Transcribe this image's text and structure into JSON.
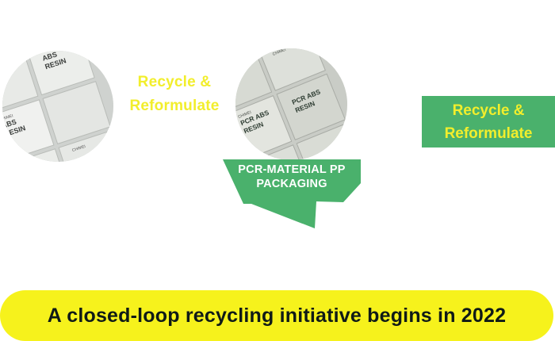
{
  "step_one": {
    "photo_label": "CHIMEI ABS RESIN bags photo",
    "bag_text_brand": "CHIMEI",
    "bag_text_product": "ABS RESIN",
    "arrow_text": "Recycle & Reformulate"
  },
  "step_two": {
    "photo_label": "PCR ABS RESIN bags photo",
    "bag_text_brand": "CHIMEI",
    "bag_text_product": "PCR ABS RESIN",
    "callout": "PCR-MATERIAL PP PACKAGING"
  },
  "step_three": {
    "box_text": "Recycle & Reformulate"
  },
  "banner": {
    "headline": "A closed-loop recycling initiative begins in 2022"
  },
  "colors": {
    "yellow_text": "#f2ee2c",
    "green": "#4ab16c",
    "banner_yellow": "#f6f21c",
    "banner_text": "#0f1a17"
  }
}
